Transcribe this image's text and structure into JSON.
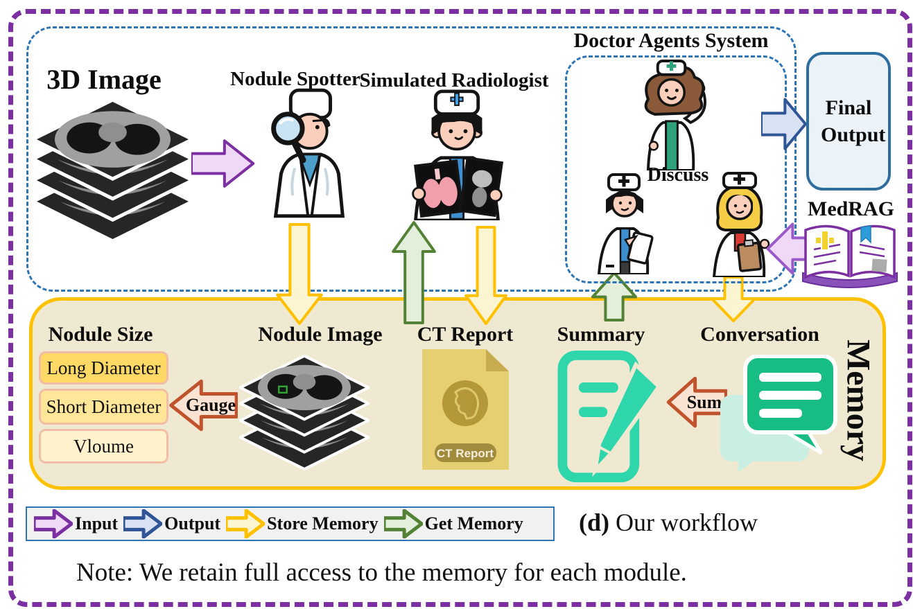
{
  "pipeline": {
    "input_label": "3D Image",
    "nodule_spotter": "Nodule Spotter",
    "simulated_radiologist": "Simulated Radiologist",
    "doctor_agents_title": "Doctor Agents System",
    "discuss": "Discuss",
    "final_output": "Final Output",
    "medrag": "MedRAG"
  },
  "memory": {
    "title": "Memory",
    "nodule_size": "Nodule Size",
    "size_items": [
      "Long Diameter",
      "Short Diameter",
      "Vloume"
    ],
    "gauge": "Gauge",
    "nodule_image": "Nodule Image",
    "ct_report": "CT Report",
    "ct_report_badge": "CT Report",
    "summary": "Summary",
    "sum": "Sum",
    "conversation": "Conversation"
  },
  "legend": {
    "items": [
      {
        "label": "Input",
        "fill": "#F0D9F6",
        "border": "#7B2FA0"
      },
      {
        "label": "Output",
        "fill": "#D9E2F3",
        "border": "#2F5597"
      },
      {
        "label": "Store Memory",
        "fill": "#FCF5D2",
        "border": "#FFC000"
      },
      {
        "label": "Get Memory",
        "fill": "#E3EFDB",
        "border": "#538135"
      }
    ]
  },
  "caption": {
    "prefix": "(d)",
    "text": "Our workflow"
  },
  "note": "Note: We retain full access to the memory for each module.",
  "colors": {
    "outer_border": "#7B2FA0",
    "region_border": "#2E75B6",
    "memory_fill": "#F0E9D1",
    "memory_border": "#FFC000",
    "gauge_arrow_fill": "#FBE3D4",
    "gauge_arrow_border": "#C0532B",
    "size_item_fills": [
      "#FFD966",
      "#FFE699",
      "#FFF2CC"
    ],
    "summary_teal": "#2FD6AC",
    "conversation_green": "#17BD83",
    "ct_report_gold": "#E6CF70"
  }
}
